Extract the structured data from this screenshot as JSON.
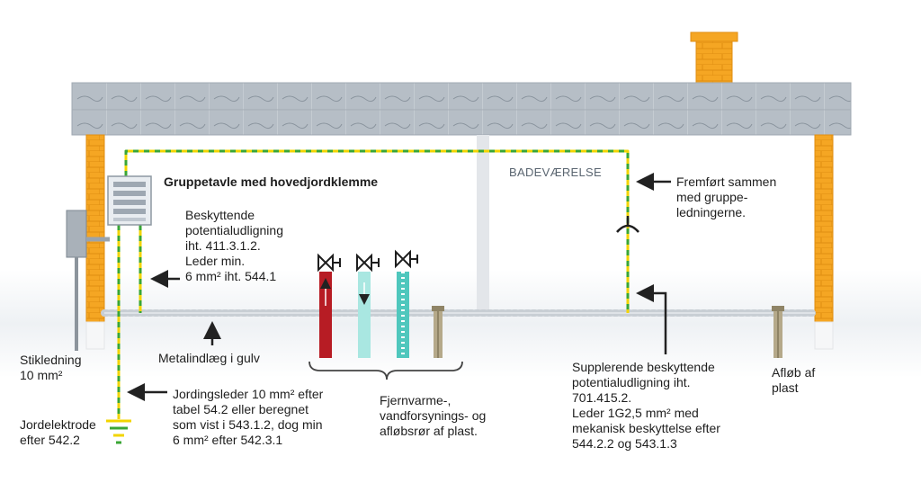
{
  "diagram": {
    "colors": {
      "roof": "#b6bec6",
      "wall": "#f5a623",
      "chimney": "#f5a623",
      "earth_wire": "#f2d400",
      "earth_wire_stripe": "#3aa635",
      "floor_metal": "#c8ced4",
      "district_heating": "#b71c24",
      "water_supply": "#7fd8d0",
      "drain_pipe": "#b5a98a",
      "arrow": "#222222"
    },
    "labels": {
      "panel_title": "Gruppetavle med hovedjordklemme",
      "protective_bonding": [
        "Beskyttende",
        "potentialudligning",
        "iht. 411.3.1.2.",
        "Leder min.",
        "6 mm² iht. 544.1"
      ],
      "bathroom": "BADEVÆRELSE",
      "routed_with": [
        "Fremført sammen",
        "med gruppe-",
        "ledningerne."
      ],
      "service_cable": [
        "Stikledning",
        "10 mm²"
      ],
      "floor_metal_insert": "Metalindlæg i gulv",
      "earthing_conductor": [
        "Jordingsleder 10 mm² efter",
        "tabel 54.2 eller beregnet",
        "som vist i 543.1.2, dog min",
        "6 mm² efter 542.3.1"
      ],
      "earth_electrode": [
        "Jordelektrode",
        "efter 542.2"
      ],
      "pipes": [
        "Fjernvarme-,",
        "vandforsynings- og",
        "afløbsrør af plast."
      ],
      "supplementary_bonding": [
        "Supplerende beskyttende",
        "potentialudligning iht.",
        "701.415.2.",
        "Leder 1G2,5 mm² med",
        "mekanisk beskyttelse efter",
        "544.2.2 og 543.1.3"
      ],
      "drain": [
        "Afløb af",
        "plast"
      ]
    }
  }
}
